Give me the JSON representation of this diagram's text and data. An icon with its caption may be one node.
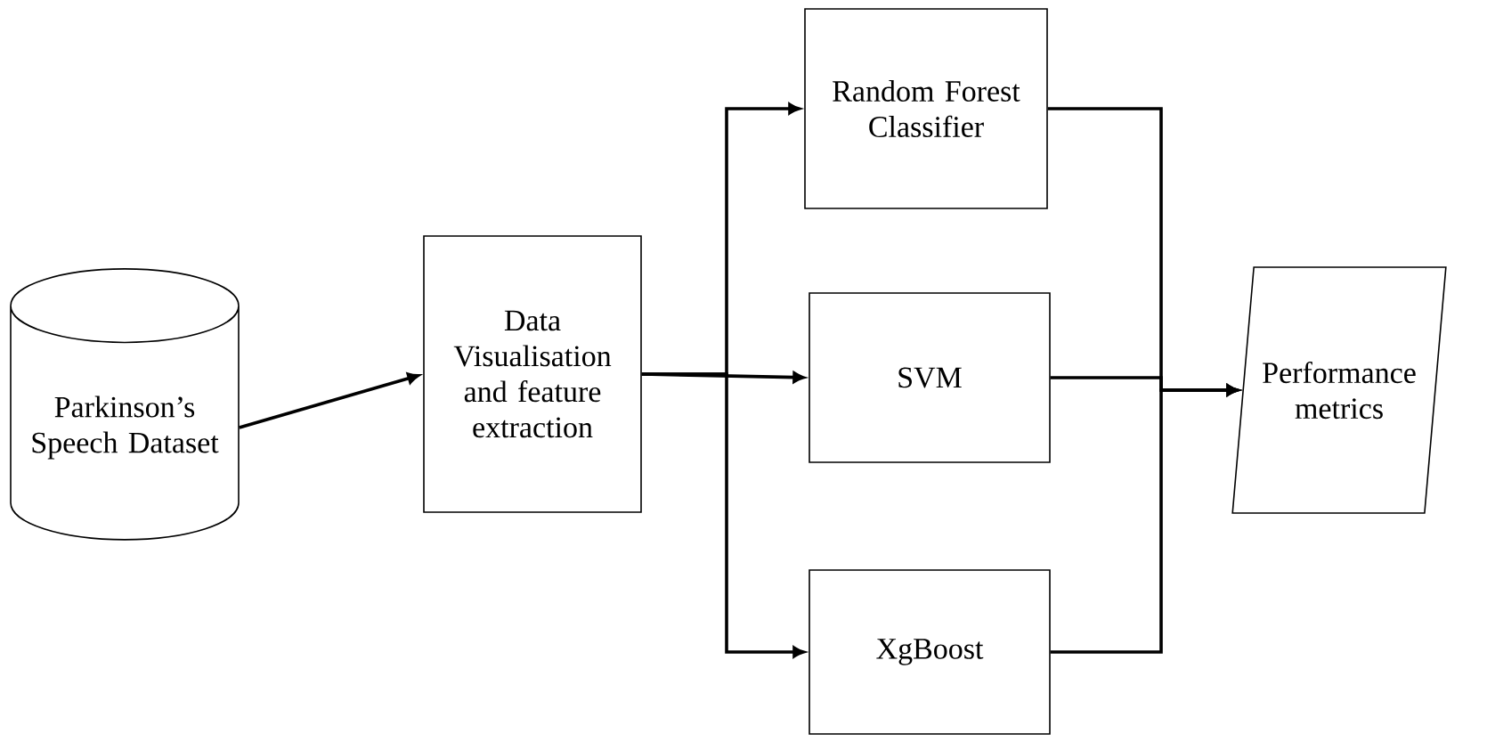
{
  "diagram": {
    "nodes": [
      {
        "text": [
          "Parkinson’s Speech Dataset"
        ]
      },
      {
        "text": [
          "Data Visualisation and feature extraction"
        ]
      },
      {
        "text": [
          "Random Forest Classifier"
        ]
      },
      {
        "text": [
          "SVM"
        ]
      },
      {
        "text": [
          "XgBoost"
        ]
      },
      {
        "text": [
          "Performance metrics"
        ]
      }
    ],
    "edges": [
      {
        "from": 0,
        "to": 1,
        "arrow": "to"
      },
      {
        "from": 1,
        "to": 2,
        "arrow": "to"
      },
      {
        "from": 1,
        "to": 3,
        "arrow": "to"
      },
      {
        "from": 1,
        "to": 4,
        "arrow": "to"
      },
      {
        "from": 2,
        "to": 5,
        "arrow": "to"
      },
      {
        "from": 3,
        "to": 5,
        "arrow": "to"
      },
      {
        "from": 4,
        "to": 5,
        "arrow": "to"
      }
    ]
  }
}
